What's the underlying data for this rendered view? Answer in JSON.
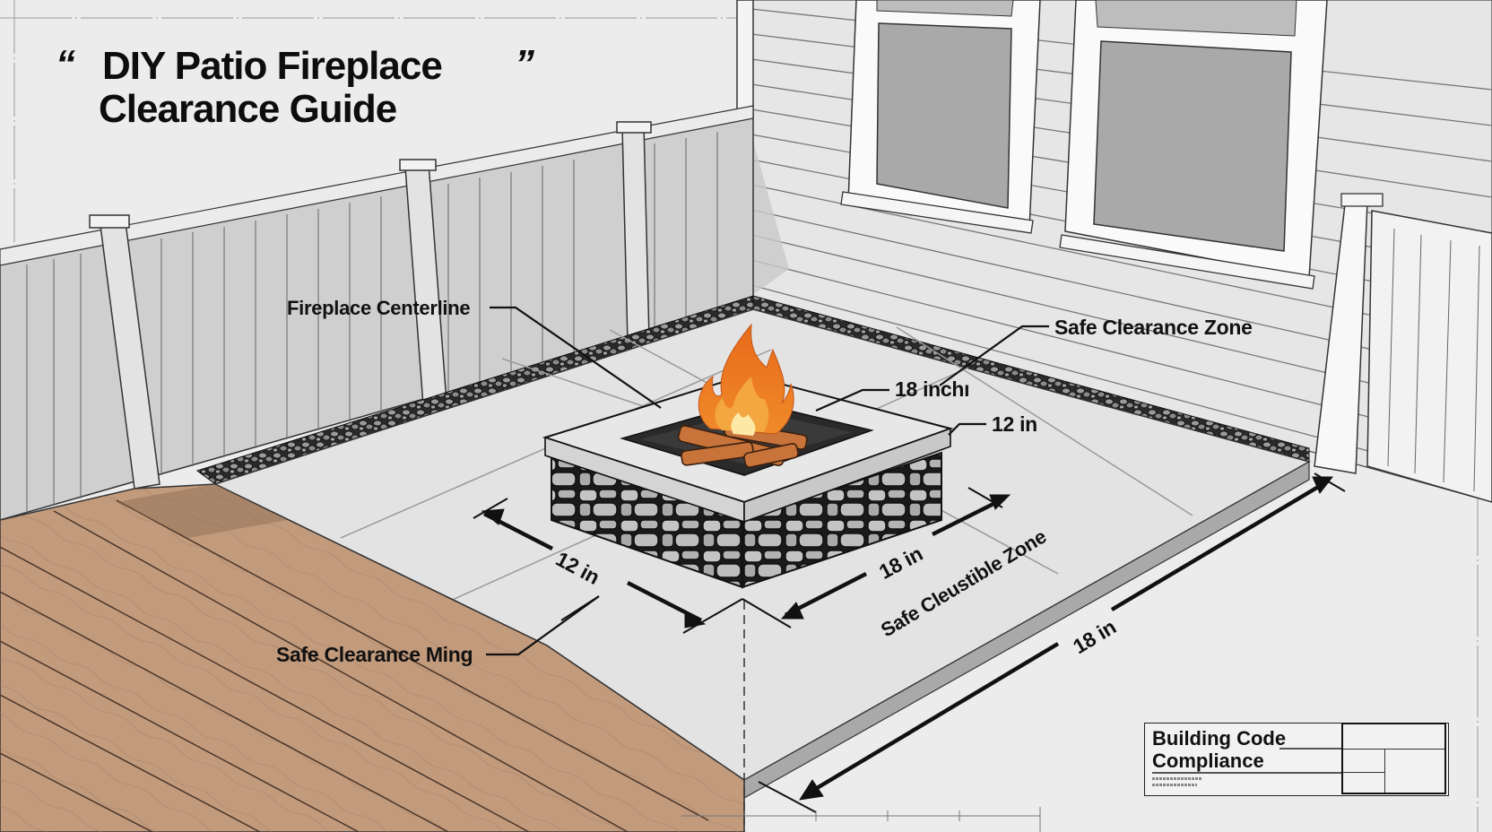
{
  "title": {
    "open_quote": "“",
    "close_quote": "”",
    "line1": "DIY Patio Fireplace",
    "line2": "Clearance Guide"
  },
  "callouts": {
    "fireplace_centerline": "Fireplace Centerline",
    "safe_clearance_zone": "Safe Clearance Zone",
    "eighteen_inch_top": "18 inchı",
    "twelve_in_right": "12 in",
    "safe_clearance_ming": "Safe Clearance Ming"
  },
  "dimensions": {
    "left_front": "12 in",
    "right_front": "18 in",
    "zone_label": "Safe Cleustible Zone",
    "long_right": "18 in"
  },
  "title_block": {
    "line1": "Building Code",
    "line2": "Compliance"
  },
  "colors": {
    "background": "#ececec",
    "fence": "#d2d2d2",
    "siding": "#e4e4e4",
    "window_glass": "#a9a9a9",
    "patio": "#e2e2e2",
    "deck": "#c29a7c",
    "deck_dark": "#a47d62",
    "stone": "#b7b7b7",
    "flame_outer": "#ec7a22",
    "flame_mid": "#f4a640",
    "flame_inner": "#fde9a6",
    "log": "#c8733a",
    "ink": "#111111"
  }
}
